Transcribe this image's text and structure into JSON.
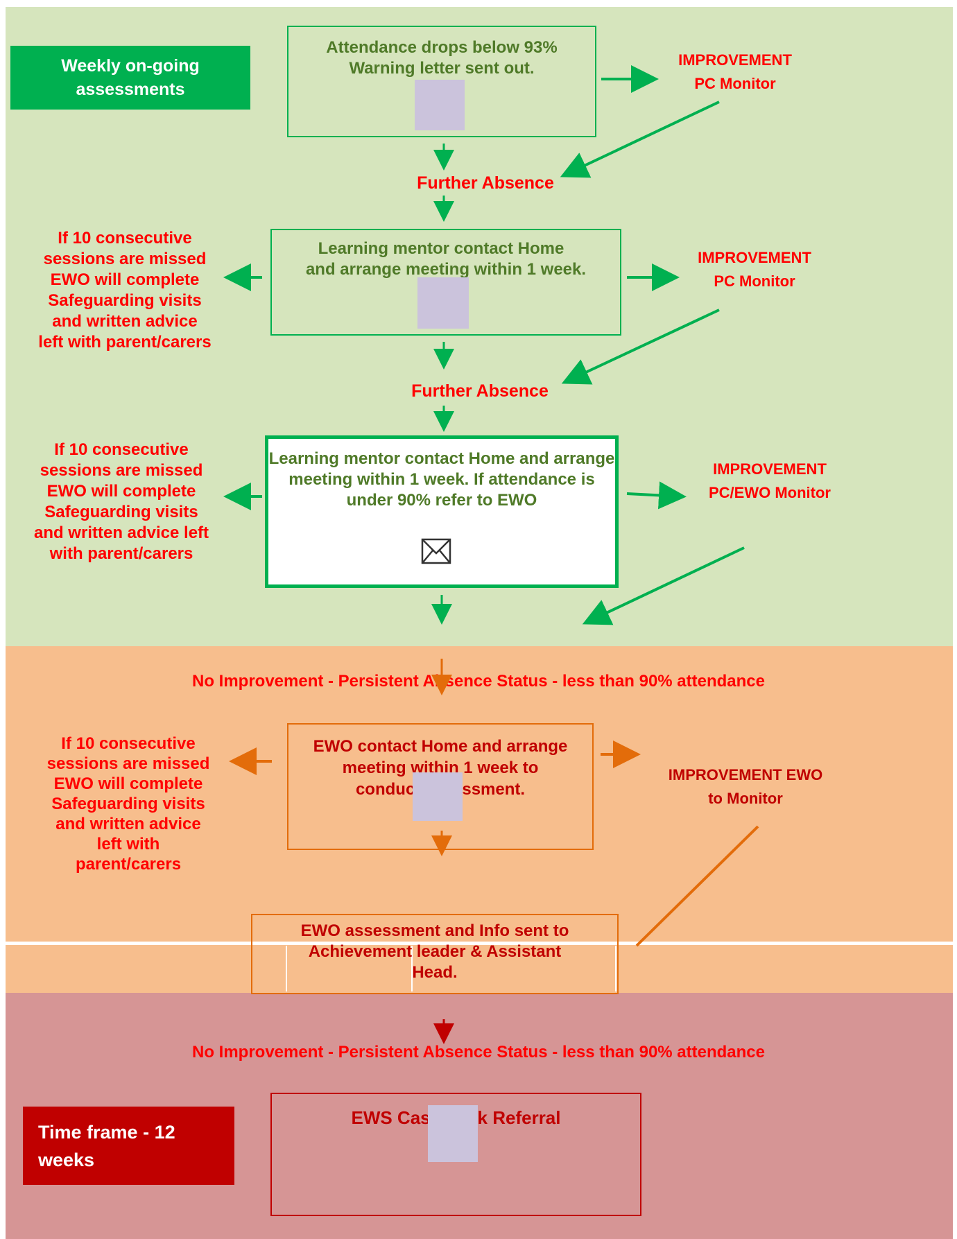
{
  "weekly_label": "Weekly on-going assessments",
  "timeframe_label": "Time frame - 12 weeks",
  "box1": {
    "line1": "Attendance drops below 93%",
    "line2": "Warning letter sent out."
  },
  "box2": {
    "line1": "Learning mentor contact Home",
    "line2": "and arrange meeting within 1 week."
  },
  "box3": {
    "text": "Learning mentor contact Home and arrange meeting within 1 week. If attendance is under 90% refer to EWO"
  },
  "box4": {
    "text": "EWO contact Home and arrange meeting within 1 week to conduct assessment."
  },
  "box5": {
    "text": "EWO assessment and Info sent to Achievement leader & Assistant Head."
  },
  "box6": {
    "text": "EWS Case work Referral"
  },
  "further_absence_1": "Further Absence",
  "further_absence_2": "Further Absence",
  "improvement_1": {
    "line1": "IMPROVEMENT",
    "line2": "PC Monitor"
  },
  "improvement_2": {
    "line1": "IMPROVEMENT",
    "line2": "PC Monitor"
  },
  "improvement_3": {
    "line1": "IMPROVEMENT",
    "line2": "PC/EWO Monitor"
  },
  "improvement_4": {
    "line1": "IMPROVEMENT EWO",
    "line2": "to Monitor"
  },
  "side_note_1": [
    "If  10  consecutive",
    "sessions are missed",
    "EWO will complete",
    "Safeguarding visits",
    "and written advice",
    "left with parent/carers"
  ],
  "side_note_2": [
    "If 10 consecutive",
    "sessions are missed",
    "EWO will complete",
    "Safeguarding visits",
    "and written advice left",
    "with parent/carers"
  ],
  "side_note_3": [
    "If 10 consecutive",
    "sessions are missed",
    "EWO will complete",
    "Safeguarding visits",
    "and written advice",
    "left with",
    "parent/carers"
  ],
  "no_improvement_1": "No Improvement - Persistent Absence Status - less than 90% attendance",
  "no_improvement_2": "No Improvement - Persistent Absence Status - less than 90% attendance",
  "colors": {
    "green_zone": "#d6e5bd",
    "orange_zone": "#f7be8d",
    "red_zone": "#d69595",
    "green": "#00b050",
    "orange": "#e36c0a",
    "red": "#ff0000",
    "dark_red": "#c00000"
  },
  "icons": {
    "envelope": "envelope-icon"
  }
}
